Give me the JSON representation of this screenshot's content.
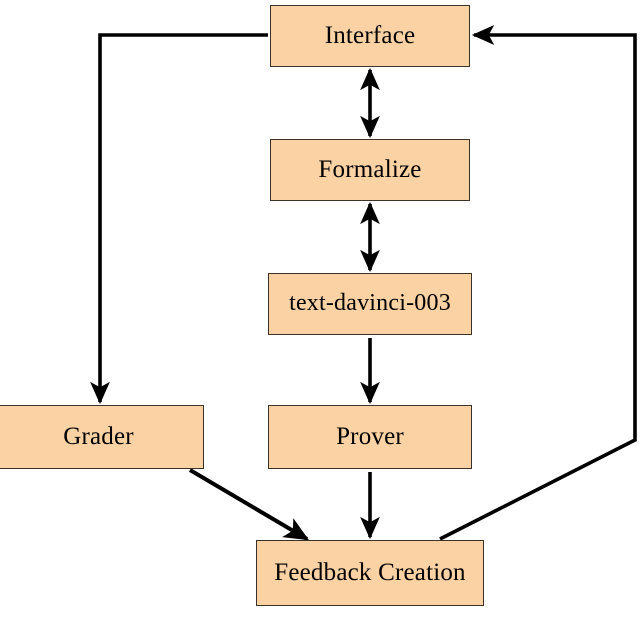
{
  "diagram": {
    "type": "flowchart",
    "background_color": "#ffffff",
    "node_fill_color": "#fbd2a3",
    "node_border_color": "#3a3129",
    "arrow_color": "#000000",
    "nodes": [
      {
        "id": "interface",
        "label": "Interface"
      },
      {
        "id": "formalize",
        "label": "Formalize"
      },
      {
        "id": "davinci",
        "label": "text-davinci-003"
      },
      {
        "id": "prover",
        "label": "Prover"
      },
      {
        "id": "grader",
        "label": "Grader"
      },
      {
        "id": "feedback",
        "label": "Feedback Creation"
      }
    ],
    "edges": [
      {
        "from": "interface",
        "to": "formalize",
        "style": "bidirectional",
        "routing": "vertical"
      },
      {
        "from": "formalize",
        "to": "davinci",
        "style": "bidirectional",
        "routing": "vertical"
      },
      {
        "from": "davinci",
        "to": "prover",
        "style": "directed",
        "routing": "vertical"
      },
      {
        "from": "prover",
        "to": "feedback",
        "style": "directed",
        "routing": "vertical"
      },
      {
        "from": "interface",
        "to": "grader",
        "style": "directed",
        "routing": "left-orthogonal"
      },
      {
        "from": "grader",
        "to": "feedback",
        "style": "directed",
        "routing": "diagonal"
      },
      {
        "from": "feedback",
        "to": "interface",
        "style": "directed",
        "routing": "right-diagonal-orthogonal"
      }
    ]
  }
}
